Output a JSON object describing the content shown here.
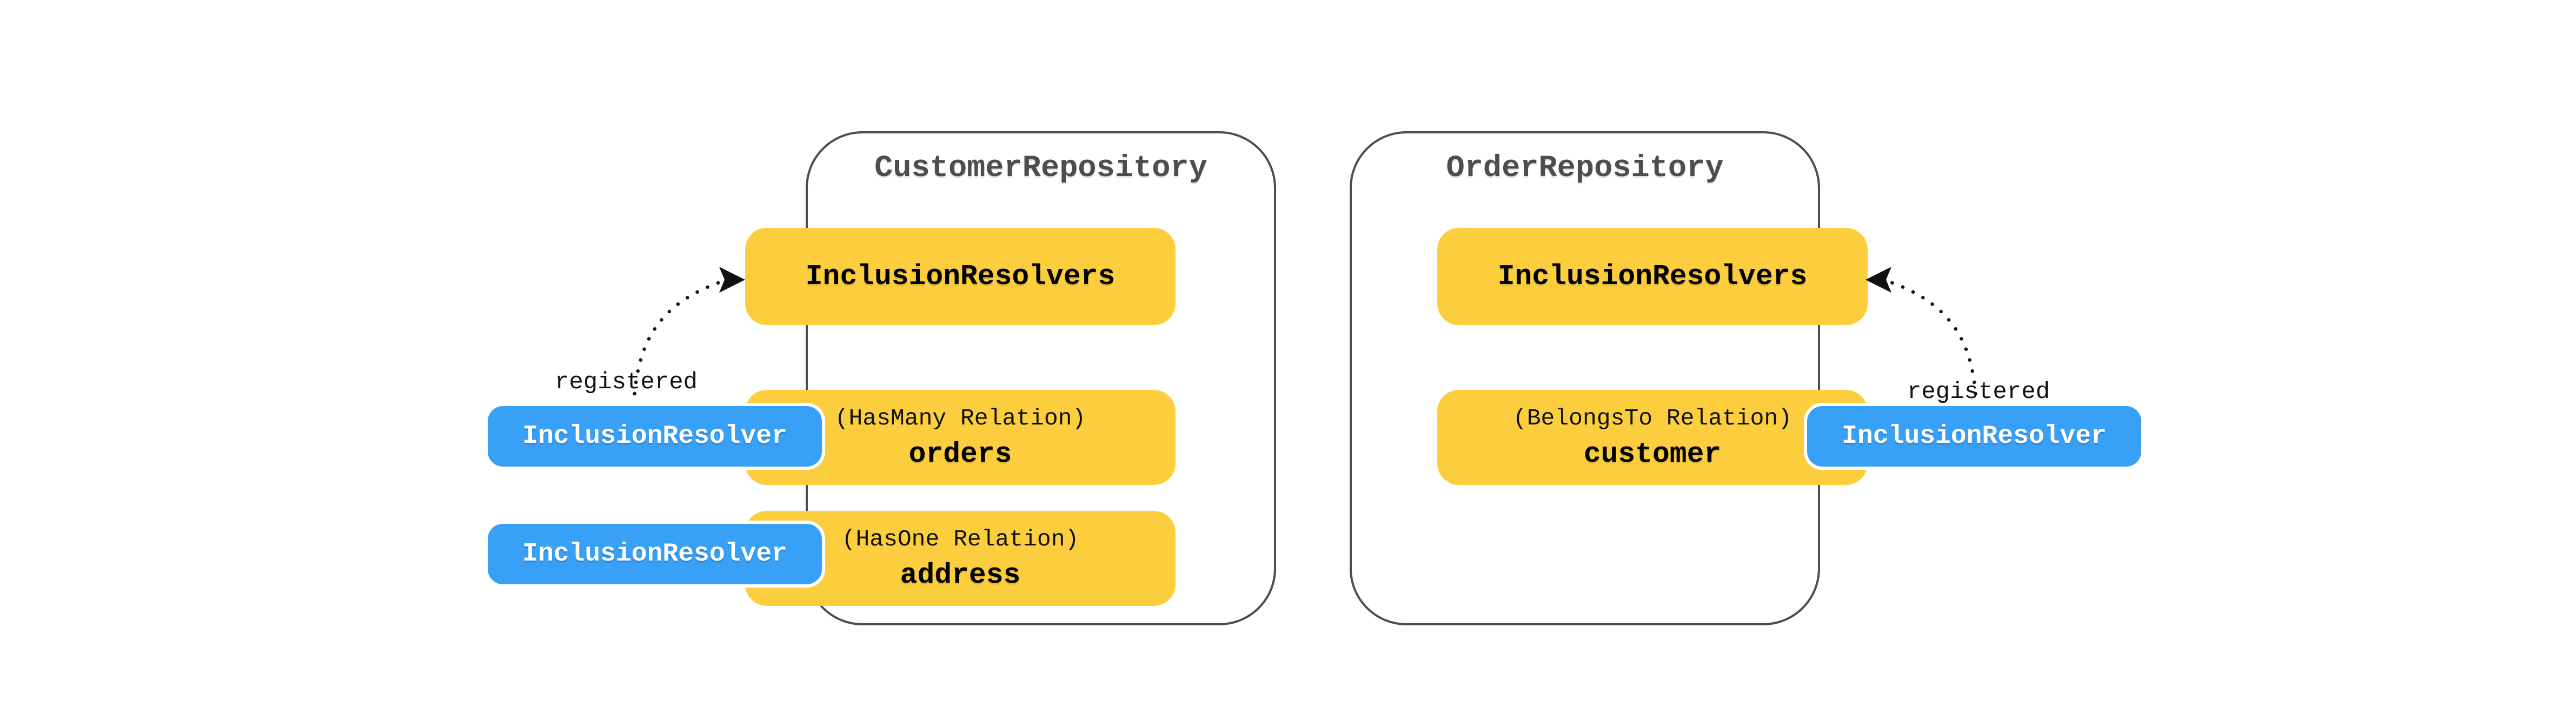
{
  "diagram": {
    "background": "#ffffff",
    "colors": {
      "yellow_box": "#FCCE3D",
      "blue_chip": "#38A1F7",
      "container_border": "#4d4d4d",
      "title_text": "#4d4d4d",
      "arrow": "#111111"
    },
    "repos": [
      {
        "title": "CustomerRepository",
        "resolvers_box": "InclusionResolvers",
        "relations": [
          {
            "kind": "(HasMany Relation)",
            "name": "orders"
          },
          {
            "kind": "(HasOne Relation)",
            "name": "address"
          }
        ]
      },
      {
        "title": "OrderRepository",
        "resolvers_box": "InclusionResolvers",
        "relations": [
          {
            "kind": "(BelongsTo Relation)",
            "name": "customer"
          }
        ]
      }
    ],
    "chips": [
      {
        "label": "InclusionResolver"
      },
      {
        "label": "InclusionResolver"
      },
      {
        "label": "InclusionResolver"
      }
    ],
    "edge_labels": [
      {
        "text": "registered"
      },
      {
        "text": "registered"
      }
    ]
  }
}
